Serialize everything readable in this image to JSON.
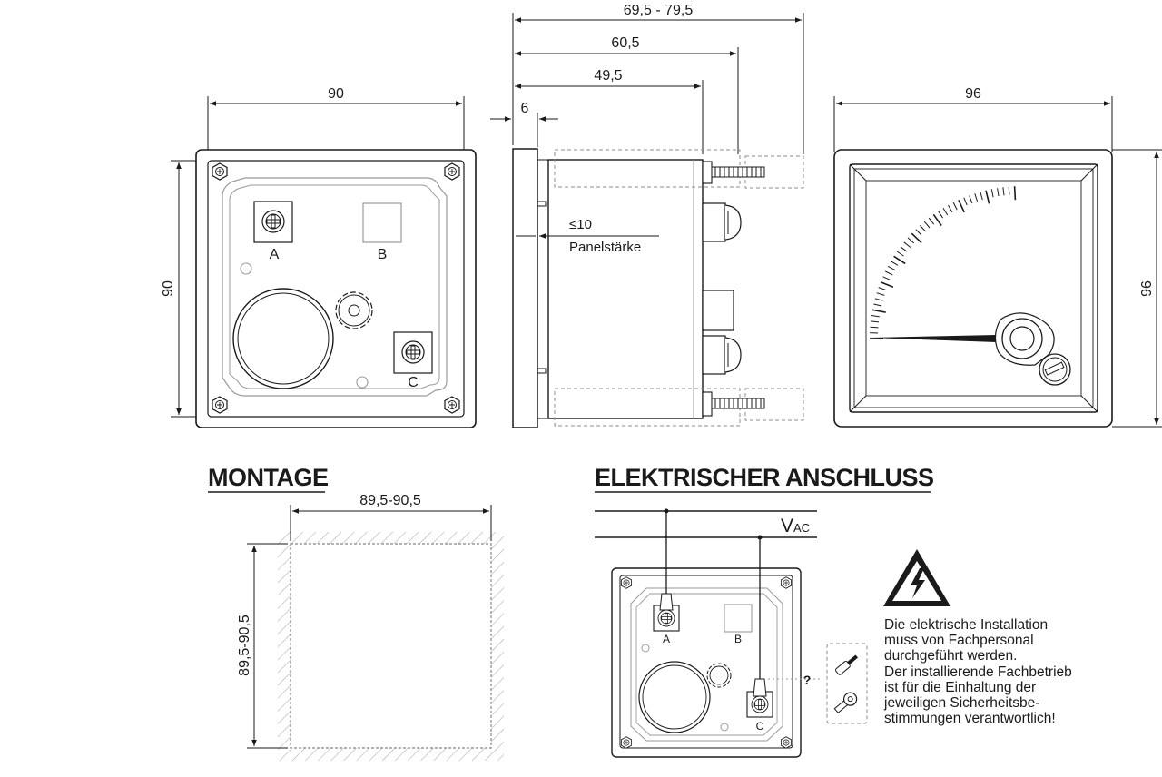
{
  "dimensions": {
    "back_width": "90",
    "back_height": "90",
    "overall_depth": "69,5 - 79,5",
    "depth_2": "60,5",
    "depth_1": "49,5",
    "bezel": "6",
    "panel_max": "≤10",
    "panel_label": "Panelstärke",
    "front_width": "96",
    "front_height": "96"
  },
  "terminals": {
    "a": "A",
    "b": "B",
    "c": "C"
  },
  "montage": {
    "title": "MONTAGE",
    "cutout_width": "89,5-90,5",
    "cutout_height": "89,5-90,5"
  },
  "electrical": {
    "title": "ELEKTRISCHER ANSCHLUSS",
    "voltage": "V",
    "voltage_sub": "AC",
    "question": "?",
    "warning_lines": [
      "Die elektrische Installation",
      "muss von Fachpersonal",
      "durchgeführt werden.",
      "Der installierende Fachbetrieb",
      "ist für die Einhaltung der",
      "jeweiligen Sicherheitsbe-",
      "stimmungen verantwortlich!"
    ]
  },
  "icons": [
    "high-voltage-warning-icon",
    "crimp-pin-icon",
    "ring-terminal-icon",
    "phillips-screw-icon",
    "hex-nut-icon"
  ],
  "colors": {
    "line": "#1a1a1a",
    "gray": "#9a9a9a",
    "background": "#ffffff"
  }
}
